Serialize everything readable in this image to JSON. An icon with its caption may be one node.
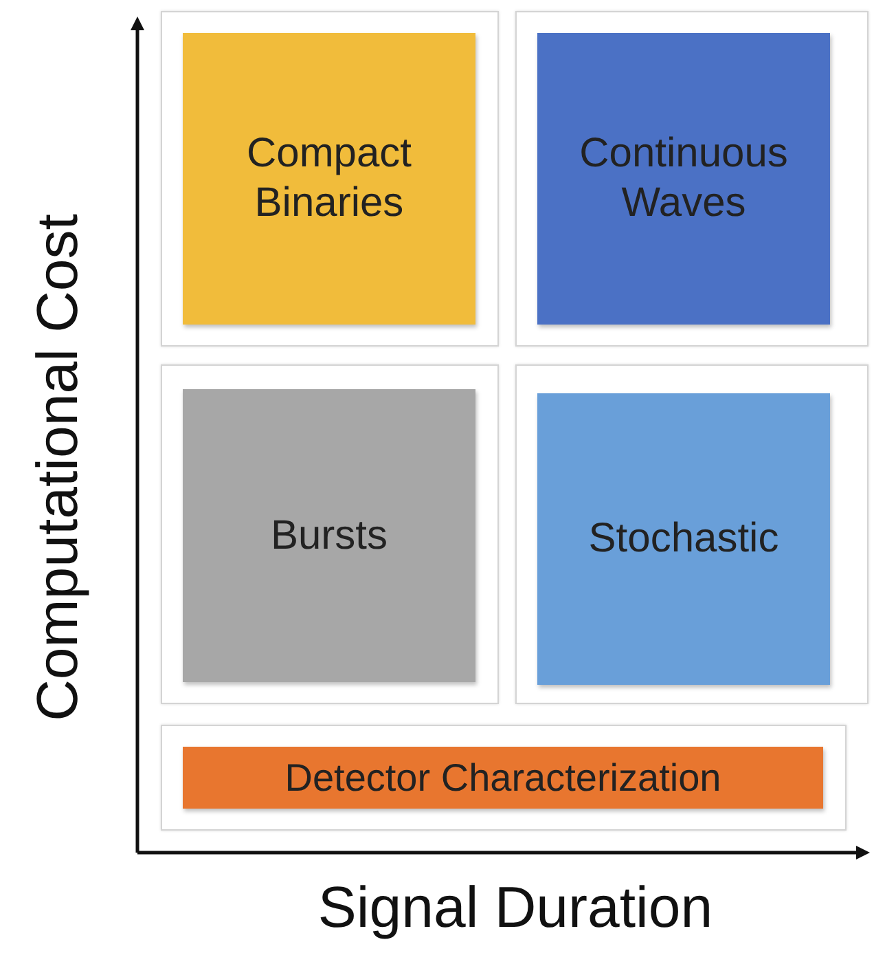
{
  "diagram": {
    "nodes": [
      {
        "text": [
          "Compact Binaries"
        ]
      },
      {
        "text": [
          "Continuous Waves"
        ]
      },
      {
        "text": [
          "Bursts"
        ]
      },
      {
        "text": [
          "Stochastic"
        ]
      },
      {
        "text": [
          "Detector Characterization"
        ]
      }
    ],
    "labels": [
      "Computational Cost",
      "Signal Duration"
    ]
  }
}
